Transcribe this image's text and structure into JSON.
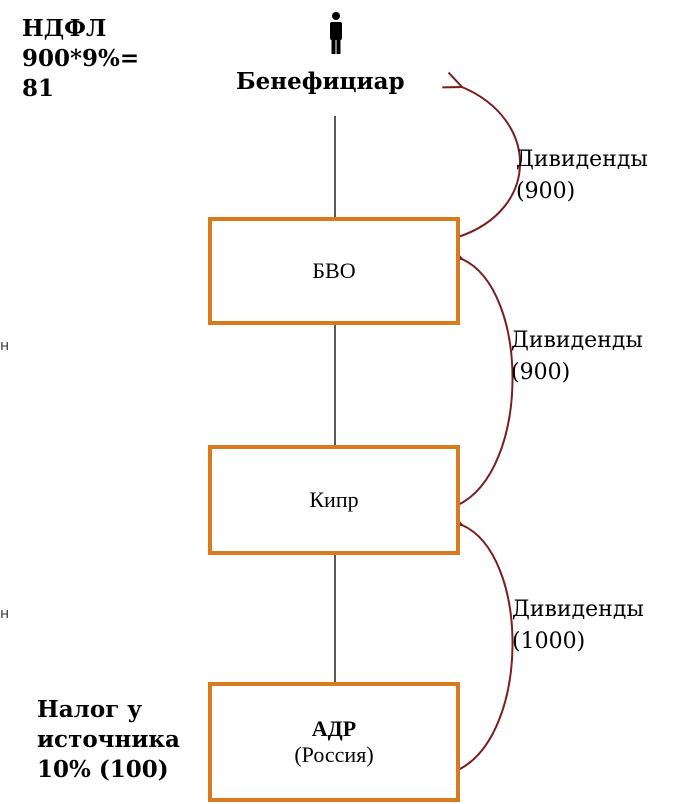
{
  "tax_note_top": [
    "НДФЛ",
    "900*9%=",
    "81"
  ],
  "beneficiary_label": "Бенефициар",
  "entities": [
    {
      "id": "bvo",
      "name": "БВО"
    },
    {
      "id": "cyprus",
      "name": "Кипр"
    },
    {
      "id": "adr",
      "name": "АДР",
      "country": "(Россия)"
    }
  ],
  "flows": [
    {
      "label": "Дивиденды",
      "amount": "(900)"
    },
    {
      "label": "Дивиденды",
      "amount": "(900)"
    },
    {
      "label": "Дивиденды",
      "amount": "(1000)"
    }
  ],
  "tax_note_bottom": [
    "Налог у",
    "источника",
    "10% (100)"
  ],
  "left_edge_marks": [
    "н",
    "н"
  ],
  "colors": {
    "box_border": "#d97a1e",
    "arrow": "#7a1e1e",
    "line": "#000000"
  },
  "icons": {
    "beneficiary": "person-icon"
  }
}
